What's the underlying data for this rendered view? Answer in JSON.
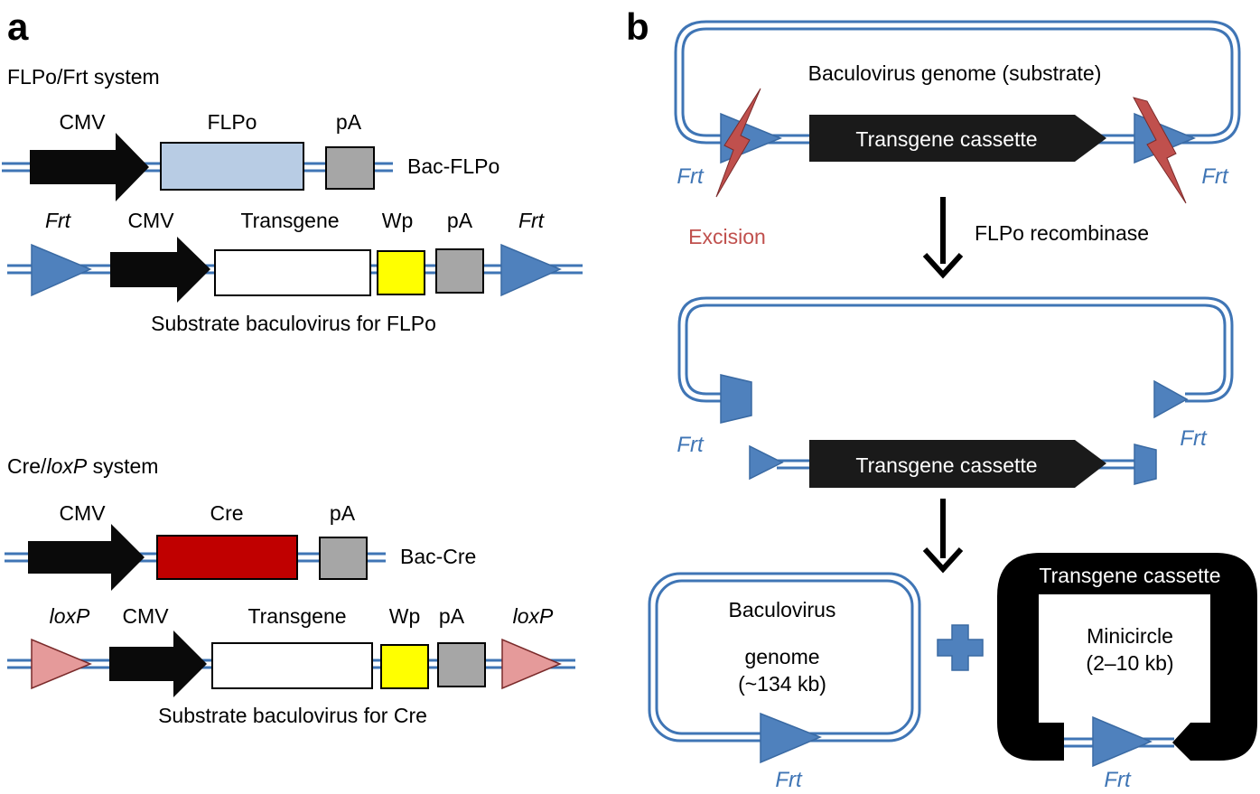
{
  "colors": {
    "dna": "#3f75b5",
    "frt": "#4f81bd",
    "loxp": "#e59a9a",
    "flpo_box": "#b8cce4",
    "cre_box": "#c00000",
    "wp_box": "#ffff00",
    "pa_box": "#a6a6a6",
    "promoter": "#0a0a0a",
    "excision": "#c0504d",
    "plus": "#4f81bd"
  },
  "panel_a": {
    "letter": "a",
    "flp_system": {
      "title": "FLPo/Frt system",
      "bac_flpo": {
        "promoter": "CMV",
        "gene": "FLPo",
        "polya": "pA",
        "name": "Bac-FLPo"
      },
      "substrate": {
        "frt_left": "Frt",
        "promoter": "CMV",
        "gene": "Transgene",
        "wp": "Wp",
        "polya": "pA",
        "frt_right": "Frt",
        "caption": "Substrate baculovirus for FLPo"
      }
    },
    "cre_system": {
      "title_prefix": "Cre/",
      "title_italic": "loxP",
      "title_suffix": " system",
      "bac_cre": {
        "promoter": "CMV",
        "gene": "Cre",
        "polya": "pA",
        "name": "Bac-Cre"
      },
      "substrate": {
        "loxp_left": "loxP",
        "promoter": "CMV",
        "gene": "Transgene",
        "wp": "Wp",
        "polya": "pA",
        "loxp_right": "loxP",
        "caption": "Substrate baculovirus for Cre"
      }
    }
  },
  "panel_b": {
    "letter": "b",
    "step1": {
      "genome_label": "Baculovirus genome (substrate)",
      "cassette": "Transgene cassette",
      "frt_left": "Frt",
      "frt_right": "Frt",
      "excision": "Excision"
    },
    "arrow1_label": "FLPo recombinase",
    "step2": {
      "cassette": "Transgene cassette",
      "frt_left": "Frt",
      "frt_right": "Frt"
    },
    "step3": {
      "genome_line1": "Baculovirus",
      "genome_line2": "genome",
      "genome_line3": "(~134 kb)",
      "frt_genome": "Frt",
      "cassette_title": "Transgene cassette",
      "minicircle_line1": "Minicircle",
      "minicircle_line2": "(2–10 kb)",
      "frt_minicircle": "Frt"
    }
  }
}
